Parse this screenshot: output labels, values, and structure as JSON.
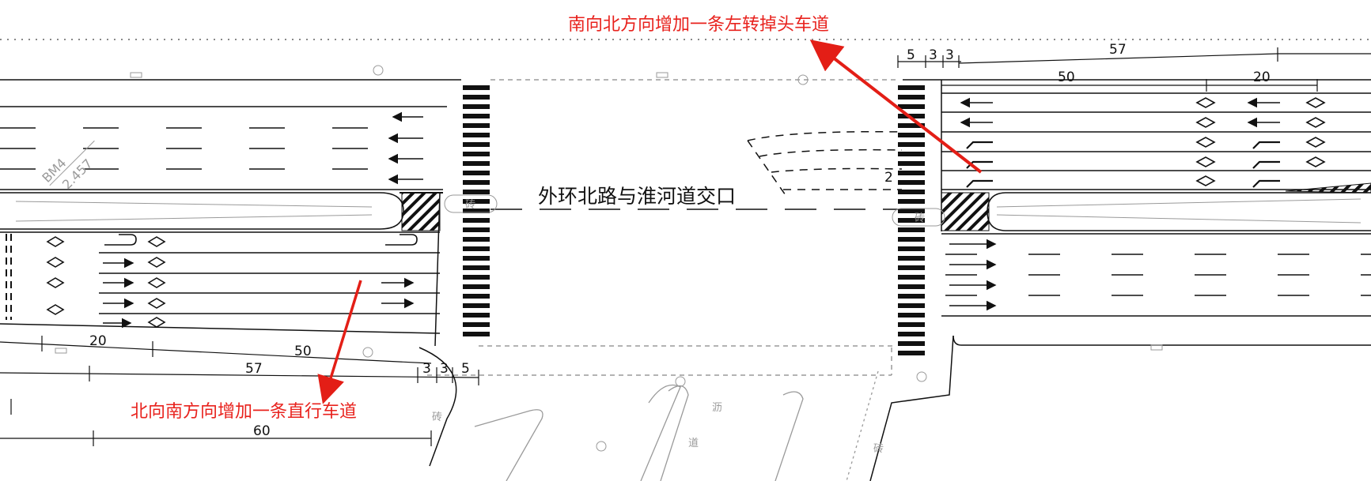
{
  "annotations": {
    "north_bound_note": "南向北方向增加一条左转掉头车道",
    "south_bound_note": "北向南方向增加一条直行车道",
    "intersection_name": "外环北路与淮河道交口",
    "bm_label": "BM4",
    "bm_value": "2.457"
  },
  "dimensions": {
    "top_right_5": "5",
    "top_right_3a": "3",
    "top_right_3b": "3",
    "top_right_57": "57",
    "top_right_50": "50",
    "top_right_20": "20",
    "bottom_left_20": "20",
    "bottom_left_50": "50",
    "bottom_left_57": "57",
    "bottom_left_3a": "3",
    "bottom_left_3b": "3",
    "bottom_left_5": "5",
    "bottom_left_60": "60",
    "mid_2": "2"
  },
  "map_marks": {
    "brick_1": "砖",
    "brick_2": "砖",
    "brick_3": "砖",
    "brick_4": "砖",
    "asphalt": "沥",
    "road": "道"
  },
  "colors": {
    "annotation_red": "#e8221d",
    "arrow_red": "#e31e16",
    "line_dark": "#111111",
    "line_gray": "#9a9a9a"
  }
}
